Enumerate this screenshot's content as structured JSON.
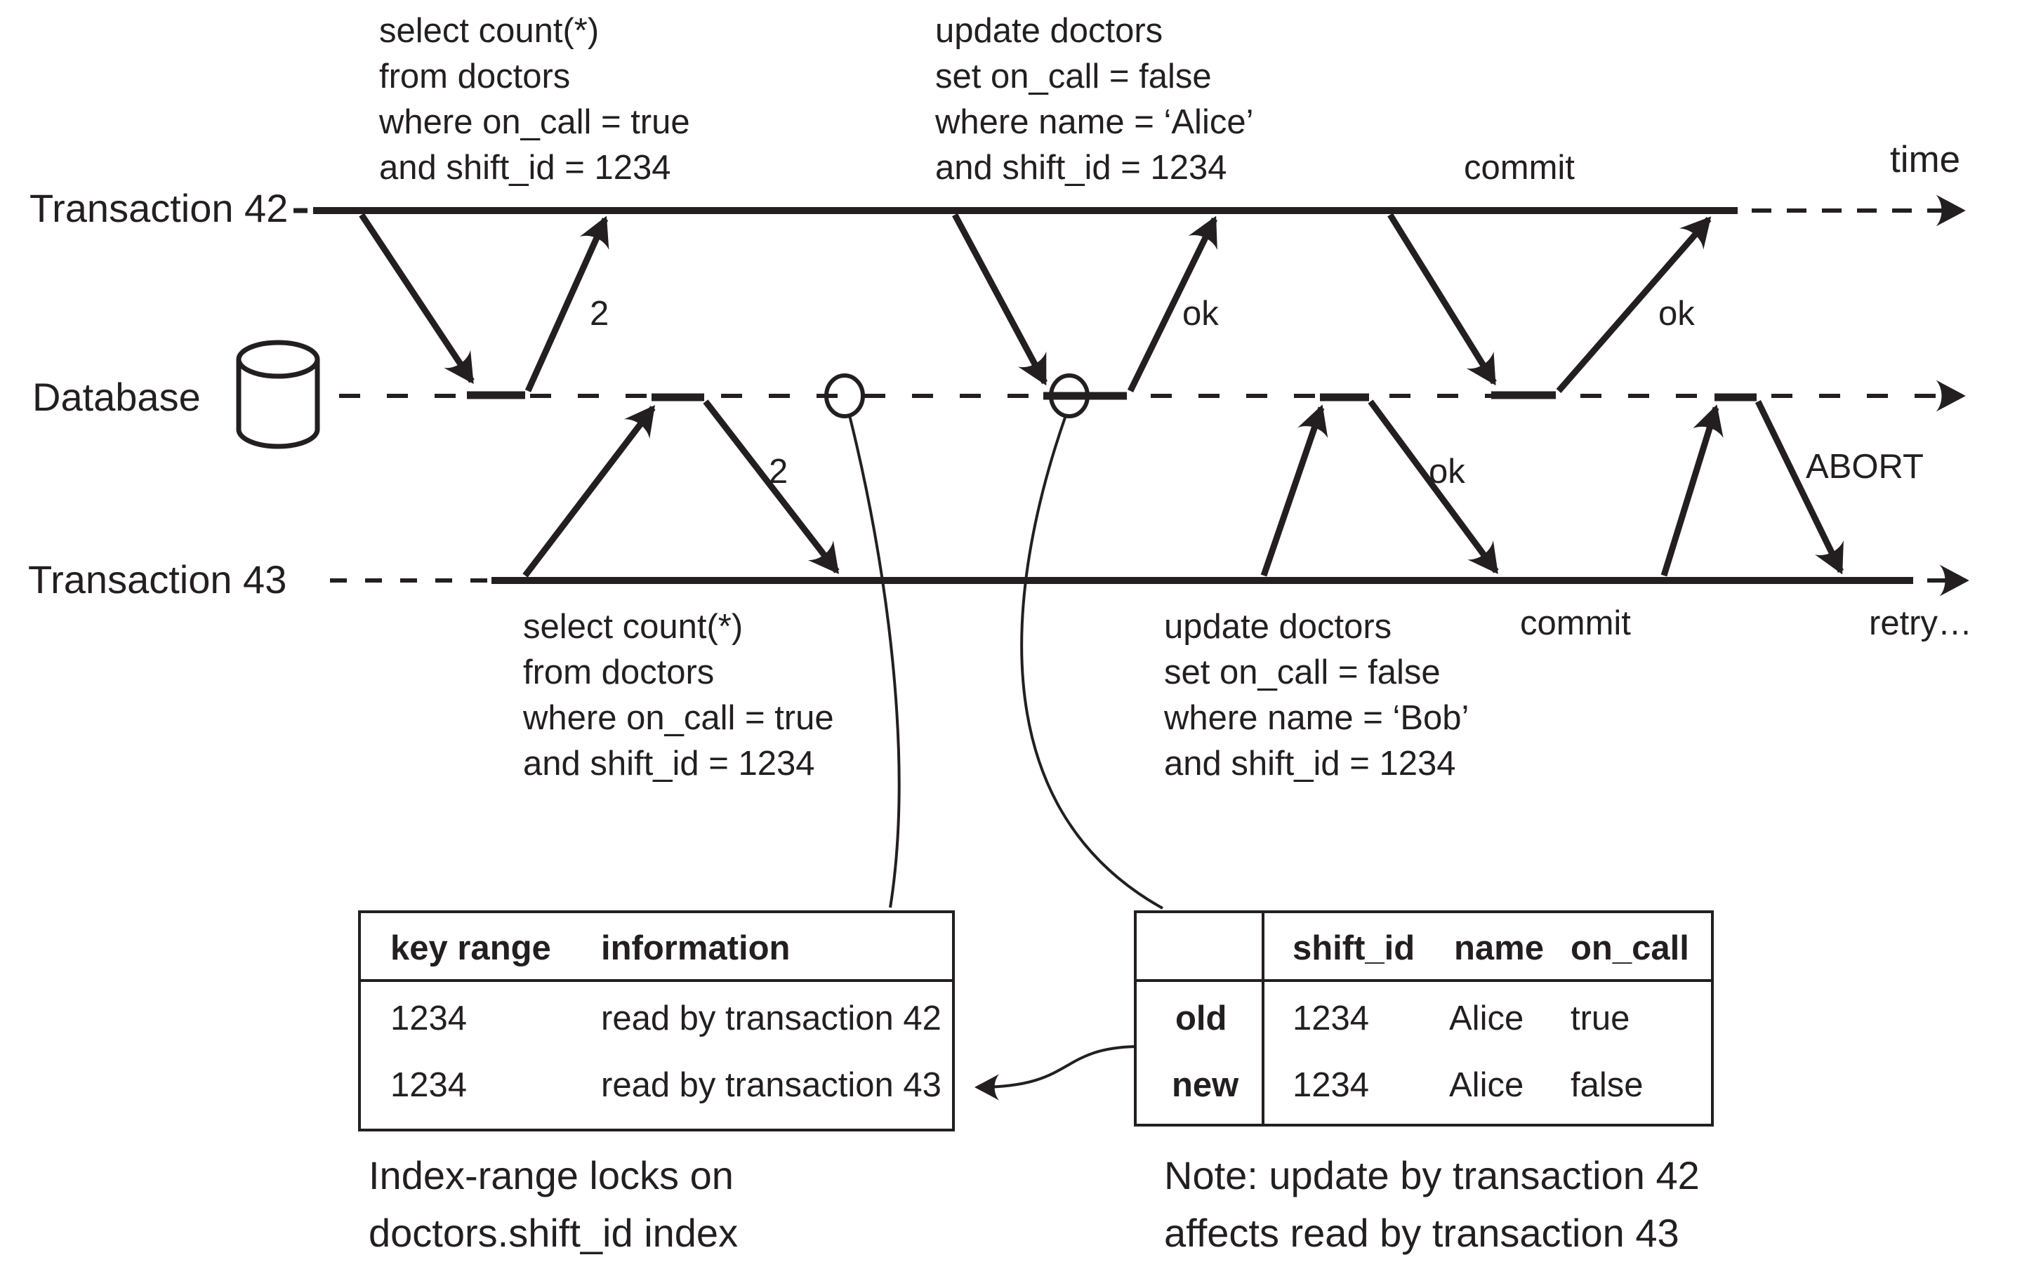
{
  "timelines": {
    "tx42_label": "Transaction 42",
    "db_label": "Database",
    "tx43_label": "Transaction 43",
    "time_label": "time",
    "retry_label": "retry…"
  },
  "tx42": {
    "select_sql": [
      "select count(*)",
      "from doctors",
      "where on_call = true",
      "and shift_id = 1234"
    ],
    "select_result": "2",
    "update_sql": [
      "update doctors",
      "set on_call = false",
      "where name = ‘Alice’",
      "and shift_id = 1234"
    ],
    "update_result": "ok",
    "commit_label": "commit",
    "commit_result": "ok"
  },
  "tx43": {
    "select_sql": [
      "select count(*)",
      "from doctors",
      "where on_call = true",
      "and shift_id = 1234"
    ],
    "select_result": "2",
    "update_sql": [
      "update doctors",
      "set on_call = false",
      "where name = ‘Bob’",
      "and shift_id = 1234"
    ],
    "update_result": "ok",
    "commit_label": "commit",
    "commit_result": "ABORT"
  },
  "lock_table": {
    "col_headers": [
      "key range",
      "information"
    ],
    "rows": [
      [
        "1234",
        "read by transaction 42"
      ],
      [
        "1234",
        "read by transaction 43"
      ]
    ],
    "caption_line1": "Index-range locks on",
    "caption_line2": "doctors.shift_id index"
  },
  "row_table": {
    "col_headers": [
      "shift_id",
      "name",
      "on_call"
    ],
    "row_headers": [
      "old",
      "new"
    ],
    "rows": [
      [
        "1234",
        "Alice",
        "true"
      ],
      [
        "1234",
        "Alice",
        "false"
      ]
    ],
    "caption_line1": "Note: update by transaction 42",
    "caption_line2": "affects read by transaction 43"
  },
  "colors": {
    "ink": "#231f20",
    "background": "#ffffff"
  }
}
